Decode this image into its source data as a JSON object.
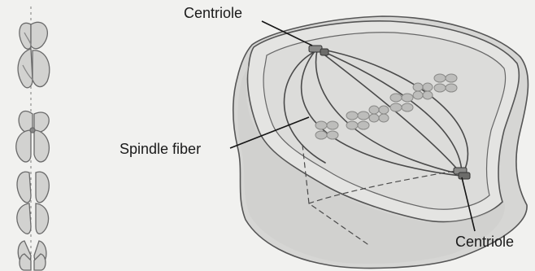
{
  "labels": {
    "centriole_top": "Centriole",
    "spindle_fiber": "Spindle fiber",
    "centriole_bottom": "Centriole"
  },
  "colors": {
    "background": "#f1f1ef",
    "cell_fill": "#d9d9d7",
    "cell_shadow": "#c4c4c2",
    "chromosome": "#b9b9b7",
    "line": "#4a4a4a",
    "text": "#1a1a1a"
  }
}
